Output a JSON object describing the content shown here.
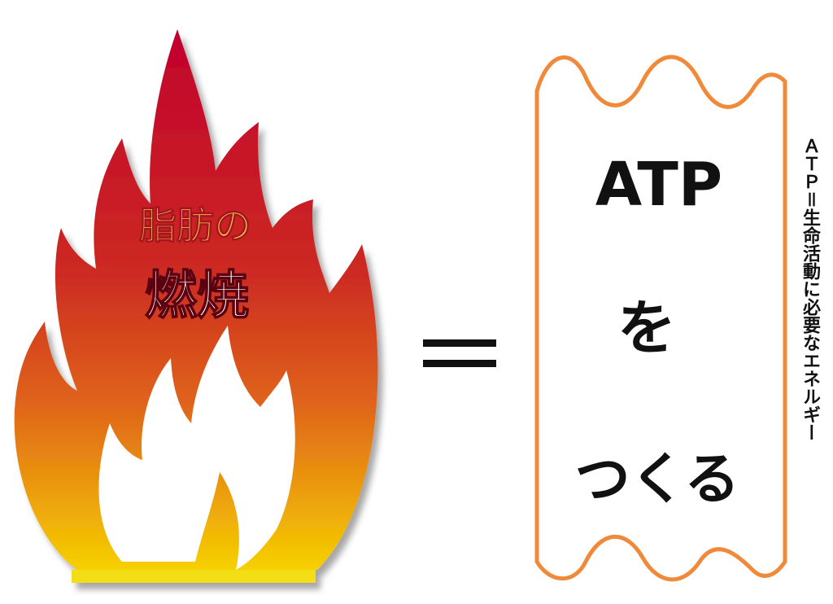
{
  "flame": {
    "line1": "脂肪の",
    "line2": "燃焼"
  },
  "equals_sign": "＝",
  "banner": {
    "line1": "ATP",
    "line2": "を",
    "line3": "つくる"
  },
  "side_note": "ＡＴＰ＝生命活動に必要なエネルギー",
  "colors": {
    "flame_top": "#c2002e",
    "flame_mid": "#d8501c",
    "flame_bottom": "#f6d000",
    "base_bar": "#f3de17",
    "label_yellow": "#f6c94a",
    "banner_outline": "#f08a3a",
    "text_dark": "#111111"
  }
}
